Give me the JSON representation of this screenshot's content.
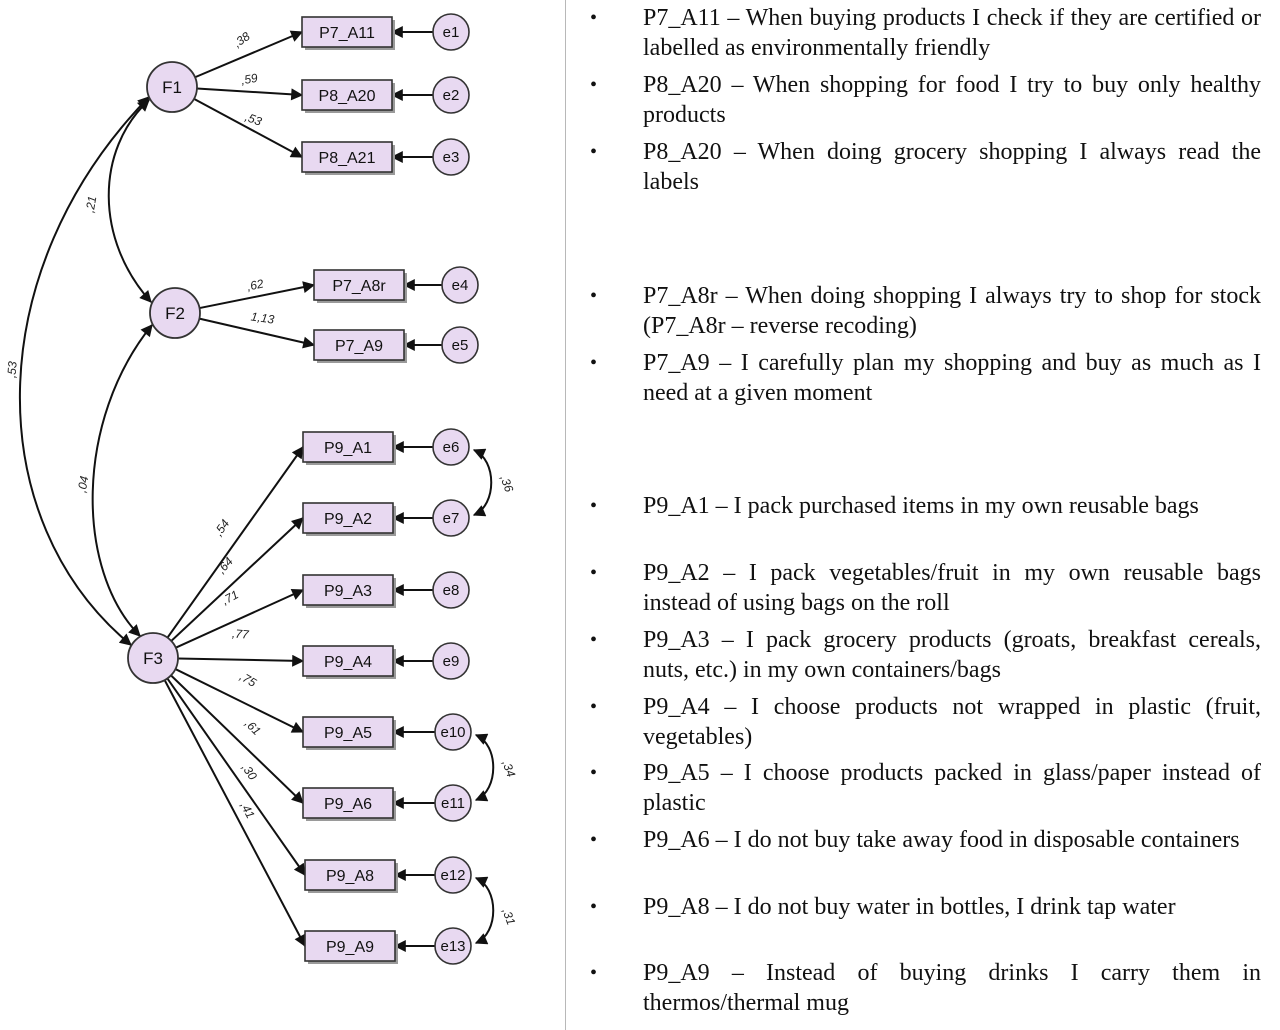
{
  "factors": [
    {
      "id": "F1",
      "label": "F1"
    },
    {
      "id": "F2",
      "label": "F2"
    },
    {
      "id": "F3",
      "label": "F3"
    }
  ],
  "indicators": [
    {
      "id": "P7_A11",
      "label": "P7_A11",
      "factor": "F1",
      "loading": ",38",
      "error": "e1"
    },
    {
      "id": "P8_A20",
      "label": "P8_A20",
      "factor": "F1",
      "loading": ",59",
      "error": "e2"
    },
    {
      "id": "P8_A21",
      "label": "P8_A21",
      "factor": "F1",
      "loading": ",53",
      "error": "e3"
    },
    {
      "id": "P7_A8r",
      "label": "P7_A8r",
      "factor": "F2",
      "loading": ",62",
      "error": "e4"
    },
    {
      "id": "P7_A9",
      "label": "P7_A9",
      "factor": "F2",
      "loading": "1,13",
      "error": "e5"
    },
    {
      "id": "P9_A1",
      "label": "P9_A1",
      "factor": "F3",
      "loading": ",54",
      "error": "e6"
    },
    {
      "id": "P9_A2",
      "label": "P9_A2",
      "factor": "F3",
      "loading": ",64",
      "error": "e7"
    },
    {
      "id": "P9_A3",
      "label": "P9_A3",
      "factor": "F3",
      "loading": ",71",
      "error": "e8"
    },
    {
      "id": "P9_A4",
      "label": "P9_A4",
      "factor": "F3",
      "loading": ",77",
      "error": "e9"
    },
    {
      "id": "P9_A5",
      "label": "P9_A5",
      "factor": "F3",
      "loading": ",75",
      "error": "e10"
    },
    {
      "id": "P9_A6",
      "label": "P9_A6",
      "factor": "F3",
      "loading": ",61",
      "error": "e11"
    },
    {
      "id": "P9_A8",
      "label": "P9_A8",
      "factor": "F3",
      "loading": ",30",
      "error": "e12"
    },
    {
      "id": "P9_A9",
      "label": "P9_A9",
      "factor": "F3",
      "loading": ",41",
      "error": "e13"
    }
  ],
  "factor_correlations": [
    {
      "from": "F1",
      "to": "F2",
      "value": ",21"
    },
    {
      "from": "F1",
      "to": "F3",
      "value": ",53"
    },
    {
      "from": "F2",
      "to": "F3",
      "value": ",04"
    }
  ],
  "error_covariances": [
    {
      "from": "e6",
      "to": "e7",
      "value": ",36"
    },
    {
      "from": "e10",
      "to": "e11",
      "value": ",34"
    },
    {
      "from": "e12",
      "to": "e13",
      "value": ",31"
    }
  ],
  "legend": {
    "items": [
      {
        "text": "P7_A11 – When buying products I check if they are certified or labelled as environmentally friendly"
      },
      {
        "text": "P8_A20 – When shopping for food I try to buy only healthy products"
      },
      {
        "text": "P8_A20 – When doing grocery shopping I always read the labels"
      },
      {
        "text": "P7_A8r – When doing shopping I always try to shop for stock (P7_A8r – reverse recoding)"
      },
      {
        "text": "P7_A9 – I carefully plan my shopping and buy as much as I need at a given moment"
      },
      {
        "text": "P9_A1 – I pack purchased items in my own  reusable bags"
      },
      {
        "text": "P9_A2 – I pack vegetables/fruit in my own reusable bags instead of using bags on the roll"
      },
      {
        "text": "P9_A3 – I pack grocery products (groats, breakfast cereals, nuts, etc.) in my own containers/bags"
      },
      {
        "text": "P9_A4 – I choose products not wrapped in plastic (fruit, vegetables)"
      },
      {
        "text": "P9_A5 – I choose products packed in glass/paper instead of plastic"
      },
      {
        "text": "P9_A6 – I do not buy take away food in disposable containers"
      },
      {
        "text": "P9_A8 – I do not buy water in bottles, I drink tap water"
      },
      {
        "text": "P9_A9 – Instead of buying drinks I carry them in thermos/thermal mug"
      }
    ]
  },
  "colors": {
    "node_fill": "#e8d9f1",
    "stroke": "#333333",
    "line": "#111111"
  }
}
